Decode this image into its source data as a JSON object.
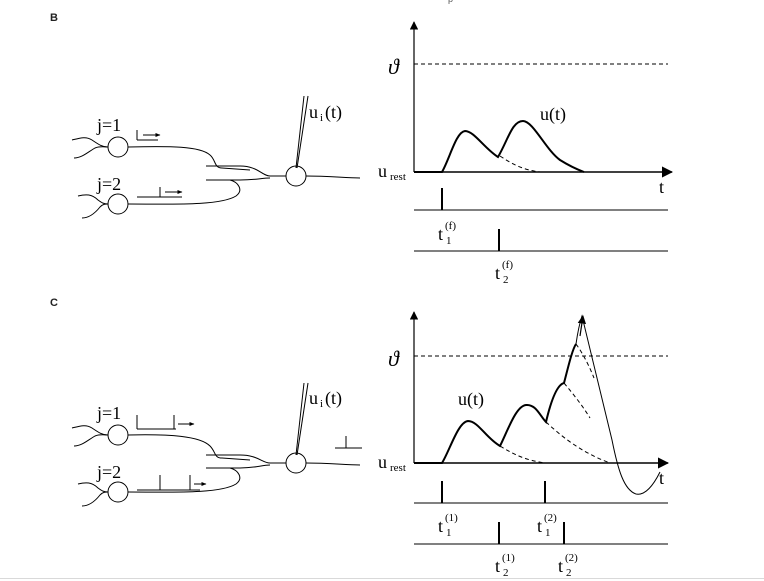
{
  "top_mark": "p",
  "panels": {
    "B": {
      "label": "B",
      "neuron_label": "i",
      "synapse_labels": [
        "j=1",
        "j=2"
      ],
      "threshold_symbol": "ϑ",
      "potential_label": "u(t)",
      "rest_label_main": "u",
      "rest_label_sub": "rest",
      "time_label": "t",
      "spike_times": [
        {
          "main": "t",
          "sub": "1",
          "sup": "(f)"
        },
        {
          "main": "t",
          "sub": "2",
          "sup": "(f)"
        }
      ]
    },
    "C": {
      "label": "C",
      "neuron_label": "i",
      "synapse_labels": [
        "j=1",
        "j=2"
      ],
      "threshold_symbol": "ϑ",
      "potential_label": "u(t)",
      "rest_label_main": "u",
      "rest_label_sub": "rest",
      "time_label": "t",
      "spike_times": [
        {
          "main": "t",
          "sub": "1",
          "sup": "(1)"
        },
        {
          "main": "t",
          "sub": "2",
          "sup": "(1)"
        },
        {
          "main": "t",
          "sub": "1",
          "sup": "(2)"
        },
        {
          "main": "t",
          "sub": "2",
          "sup": "(2)"
        }
      ]
    }
  }
}
